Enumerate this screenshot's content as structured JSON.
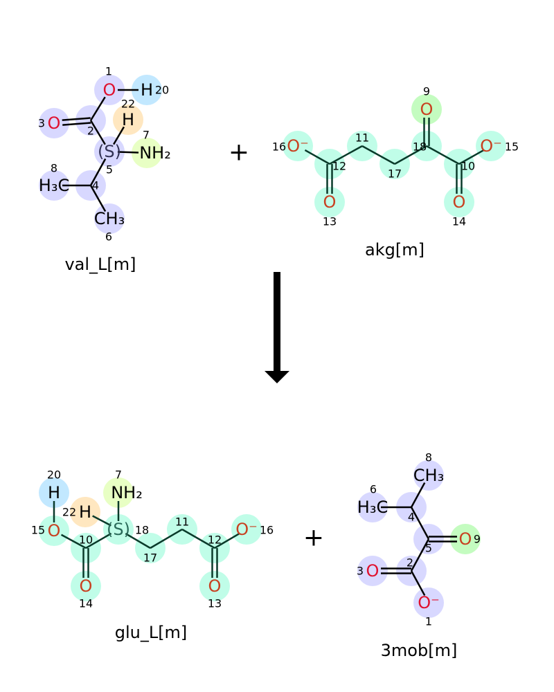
{
  "colors": {
    "lavender": "#d8d8ff",
    "mint": "#c0fde8",
    "green": "#c4fcc0",
    "orange": "#ffe7c0",
    "blue": "#c2e8ff",
    "lime": "#e8ffc4",
    "oxygen_red": "#e0102e",
    "oxygen_orange": "#c84020",
    "nitrogen": "#4a70c0",
    "bond": "#000000",
    "bond_teal": "#0a3a2a"
  },
  "operators": {
    "plus_top": "+",
    "plus_bottom": "+"
  },
  "molecules": [
    {
      "id": "val_L",
      "name": "val_L[m]",
      "atoms": [
        {
          "n": 1,
          "label": "O",
          "el": "O",
          "color": "lavender"
        },
        {
          "n": 20,
          "label": "H",
          "el": "H",
          "color": "blue"
        },
        {
          "n": 3,
          "label": "O",
          "el": "O",
          "color": "lavender"
        },
        {
          "n": 2,
          "label": "",
          "el": "C",
          "color": "lavender"
        },
        {
          "n": 22,
          "label": "H",
          "el": "H",
          "color": "orange"
        },
        {
          "n": 5,
          "label": "(S)",
          "el": "C",
          "color": "lavender"
        },
        {
          "n": 7,
          "label": "NH₂",
          "el": "N",
          "color": "lime"
        },
        {
          "n": 8,
          "label": "H₃C",
          "el": "C",
          "color": "lavender"
        },
        {
          "n": 4,
          "label": "",
          "el": "C",
          "color": "lavender"
        },
        {
          "n": 6,
          "label": "CH₃",
          "el": "C",
          "color": "lavender"
        }
      ],
      "bonds": [
        [
          1,
          20,
          1
        ],
        [
          1,
          2,
          1
        ],
        [
          2,
          3,
          2
        ],
        [
          2,
          5,
          1
        ],
        [
          5,
          22,
          1
        ],
        [
          5,
          7,
          1
        ],
        [
          5,
          4,
          1
        ],
        [
          4,
          8,
          1
        ],
        [
          4,
          6,
          1
        ]
      ]
    },
    {
      "id": "akg",
      "name": "akg[m]",
      "atoms": [
        {
          "n": 9,
          "label": "O",
          "el": "O2",
          "color": "green"
        },
        {
          "n": 18,
          "label": "",
          "el": "C",
          "color": "mint"
        },
        {
          "n": 16,
          "label": "O⁻",
          "el": "O2",
          "color": "mint"
        },
        {
          "n": 12,
          "label": "",
          "el": "C",
          "color": "mint"
        },
        {
          "n": 11,
          "label": "",
          "el": "C",
          "color": "mint"
        },
        {
          "n": 17,
          "label": "",
          "el": "C",
          "color": "mint"
        },
        {
          "n": 10,
          "label": "",
          "el": "C",
          "color": "mint"
        },
        {
          "n": 15,
          "label": "O⁻",
          "el": "O2",
          "color": "mint"
        },
        {
          "n": 13,
          "label": "O",
          "el": "O2",
          "color": "mint"
        },
        {
          "n": 14,
          "label": "O",
          "el": "O2",
          "color": "mint"
        }
      ],
      "bonds": [
        [
          16,
          12,
          1
        ],
        [
          12,
          13,
          2
        ],
        [
          12,
          11,
          1
        ],
        [
          11,
          17,
          1
        ],
        [
          17,
          18,
          1
        ],
        [
          18,
          9,
          2
        ],
        [
          18,
          10,
          1
        ],
        [
          10,
          15,
          1
        ],
        [
          10,
          14,
          2
        ]
      ]
    },
    {
      "id": "glu_L",
      "name": "glu_L[m]",
      "atoms": [
        {
          "n": 20,
          "label": "H",
          "el": "H",
          "color": "blue"
        },
        {
          "n": 15,
          "label": "O",
          "el": "O2",
          "color": "mint"
        },
        {
          "n": 22,
          "label": "H",
          "el": "H",
          "color": "orange"
        },
        {
          "n": 7,
          "label": "NH₂",
          "el": "N",
          "color": "lime"
        },
        {
          "n": 18,
          "label": "(S)",
          "el": "C",
          "color": "mint"
        },
        {
          "n": 10,
          "label": "",
          "el": "C",
          "color": "mint"
        },
        {
          "n": 17,
          "label": "",
          "el": "C",
          "color": "mint"
        },
        {
          "n": 11,
          "label": "",
          "el": "C",
          "color": "mint"
        },
        {
          "n": 12,
          "label": "",
          "el": "C",
          "color": "mint"
        },
        {
          "n": 16,
          "label": "O⁻",
          "el": "O2",
          "color": "mint"
        },
        {
          "n": 14,
          "label": "O",
          "el": "O2",
          "color": "mint"
        },
        {
          "n": 13,
          "label": "O",
          "el": "O2",
          "color": "mint"
        }
      ],
      "bonds": [
        [
          20,
          15,
          1
        ],
        [
          15,
          10,
          1
        ],
        [
          10,
          14,
          2
        ],
        [
          10,
          18,
          1
        ],
        [
          18,
          22,
          1
        ],
        [
          18,
          7,
          1
        ],
        [
          18,
          17,
          1
        ],
        [
          17,
          11,
          1
        ],
        [
          11,
          12,
          1
        ],
        [
          12,
          13,
          2
        ],
        [
          12,
          16,
          1
        ]
      ]
    },
    {
      "id": "3mob",
      "name": "3mob[m]",
      "atoms": [
        {
          "n": 8,
          "label": "CH₃",
          "el": "C",
          "color": "lavender"
        },
        {
          "n": 6,
          "label": "H₃C",
          "el": "C",
          "color": "lavender"
        },
        {
          "n": 4,
          "label": "",
          "el": "C",
          "color": "lavender"
        },
        {
          "n": 5,
          "label": "",
          "el": "C",
          "color": "lavender"
        },
        {
          "n": 9,
          "label": "O",
          "el": "O2",
          "color": "green"
        },
        {
          "n": 2,
          "label": "",
          "el": "C",
          "color": "lavender"
        },
        {
          "n": 3,
          "label": "O",
          "el": "O",
          "color": "lavender"
        },
        {
          "n": 1,
          "label": "O⁻",
          "el": "O",
          "color": "lavender"
        }
      ],
      "bonds": [
        [
          8,
          4,
          1
        ],
        [
          6,
          4,
          1
        ],
        [
          4,
          5,
          1
        ],
        [
          5,
          9,
          2
        ],
        [
          5,
          2,
          1
        ],
        [
          2,
          3,
          2
        ],
        [
          2,
          1,
          1
        ]
      ]
    }
  ]
}
